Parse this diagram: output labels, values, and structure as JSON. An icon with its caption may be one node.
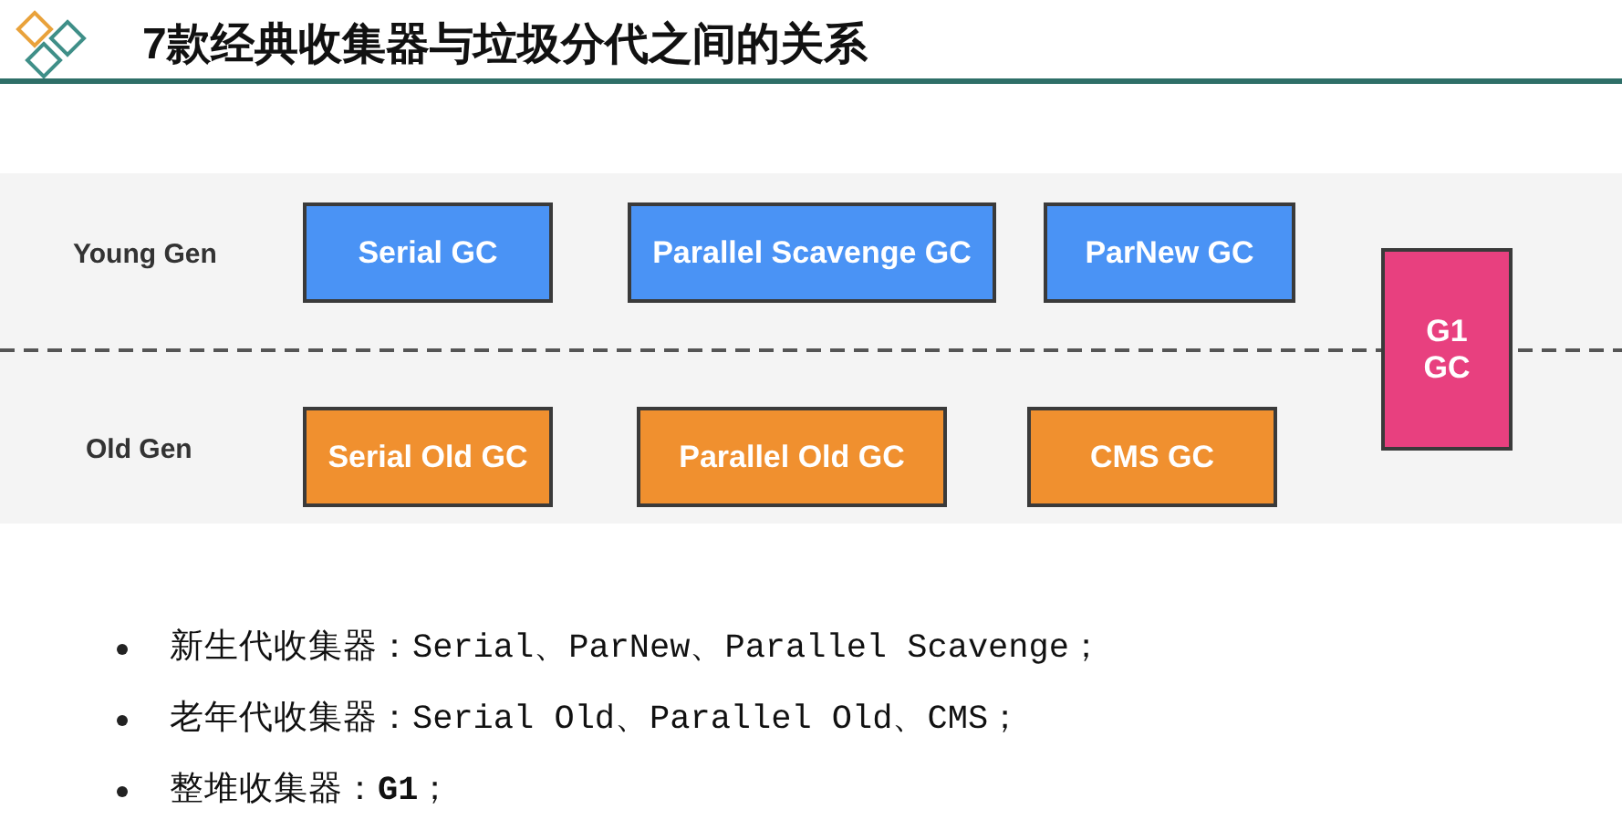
{
  "diagram": {
    "title": "7款经典收集器与垃圾分代之间的关系",
    "nodes": [
      {
        "text": [
          "Serial GC"
        ]
      },
      {
        "text": [
          "Parallel Scavenge GC"
        ]
      },
      {
        "text": [
          "ParNew GC"
        ]
      },
      {
        "text": [
          "Serial Old GC"
        ]
      },
      {
        "text": [
          "Parallel Old GC"
        ]
      },
      {
        "text": [
          "CMS GC"
        ]
      },
      {
        "text": [
          "G1 GC"
        ]
      }
    ],
    "edges": [],
    "labels": [
      "Young Gen",
      "Old Gen",
      "新生代收集器：Serial、ParNew、Parallel Scavenge；",
      "老年代收集器：Serial Old、Parallel Old、CMS；",
      "整堆收集器：**G1**；"
    ]
  }
}
